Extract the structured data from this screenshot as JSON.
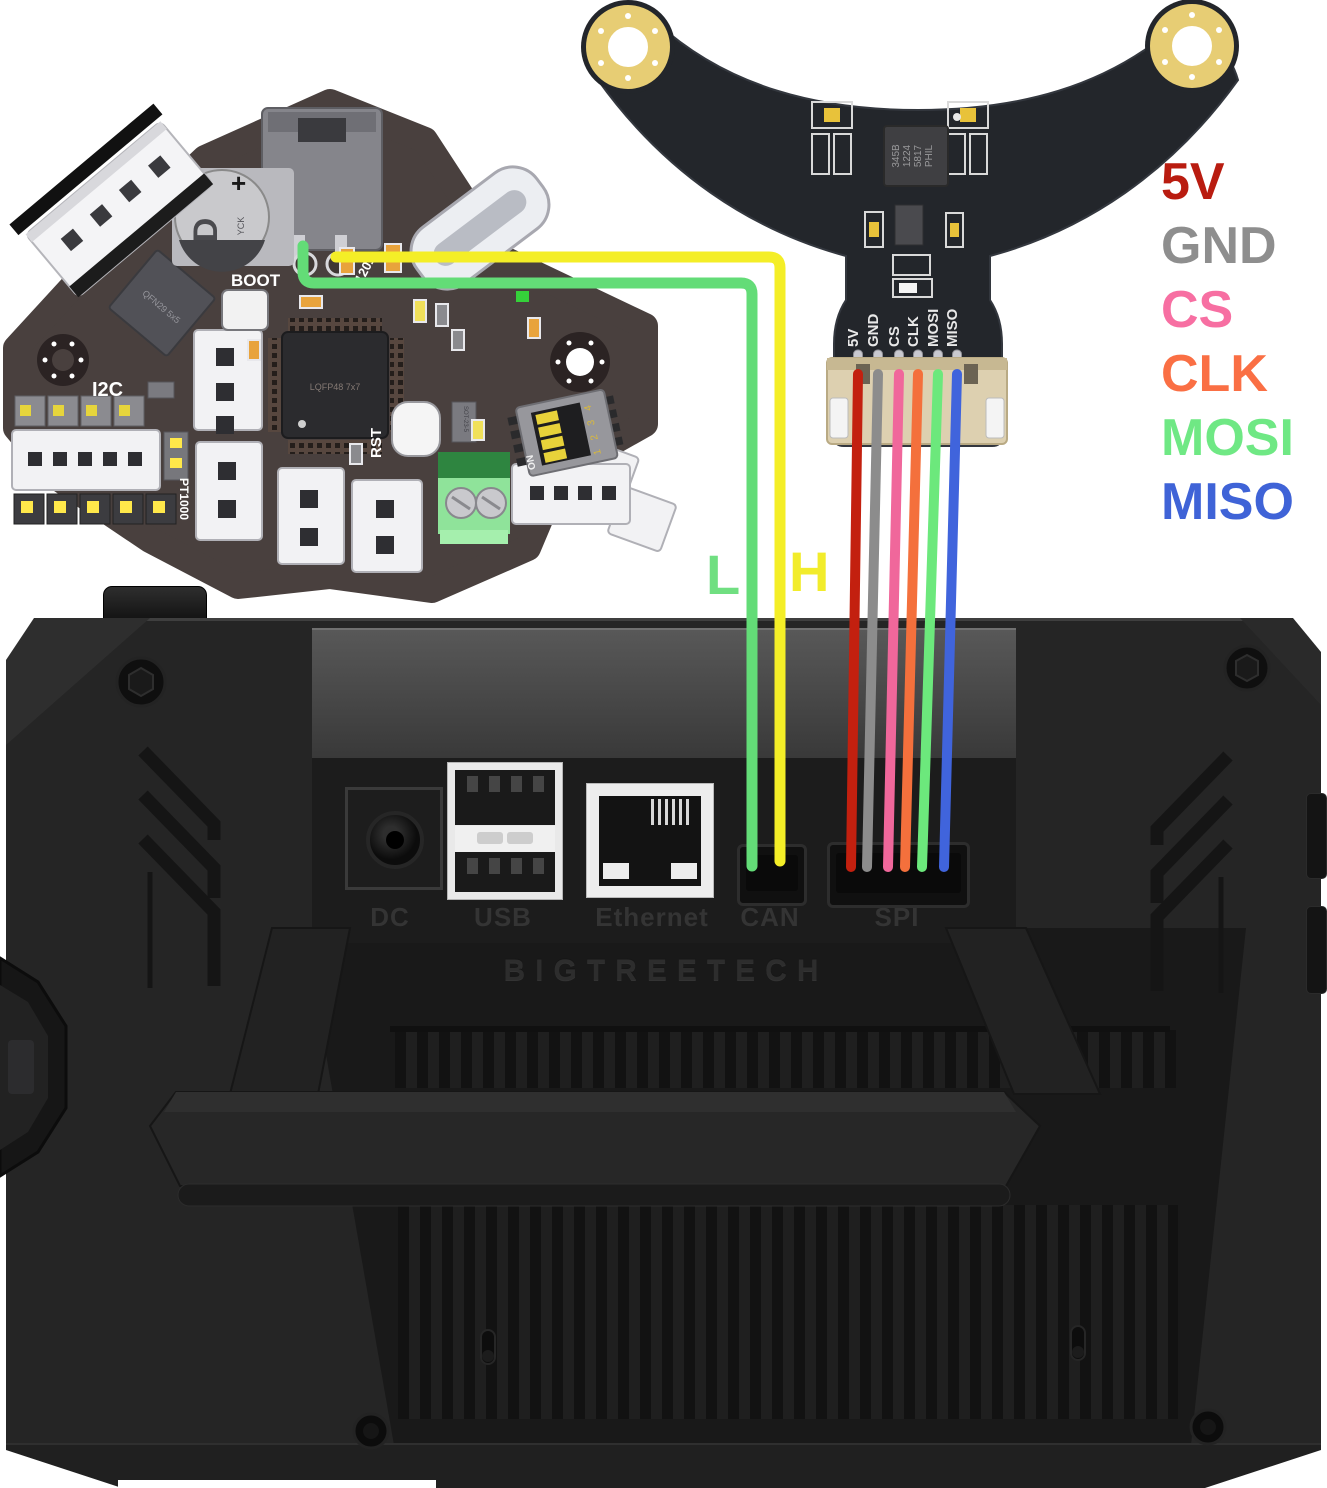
{
  "legend": {
    "items": [
      {
        "label": "5V",
        "color": "#b91c10"
      },
      {
        "label": "GND",
        "color": "#8e8e8e"
      },
      {
        "label": "CS",
        "color": "#f76fa2"
      },
      {
        "label": "CLK",
        "color": "#fa6f44"
      },
      {
        "label": "MOSI",
        "color": "#6fe884"
      },
      {
        "label": "MISO",
        "color": "#3f63d7"
      }
    ]
  },
  "wire_labels": {
    "can_low": {
      "label": "L",
      "color": "#70df81"
    },
    "can_high": {
      "label": "H",
      "color": "#f2ec2b"
    }
  },
  "can_wires": {
    "low_color": "#63dc77",
    "high_color": "#f4ee27"
  },
  "toolhead_board": {
    "silk": {
      "boot": "BOOT",
      "rst": "RST",
      "i2c": "I2C",
      "pt1000": "PT1000",
      "term_res": "120Ω",
      "dip_on": "ON",
      "dip_numbers": [
        "1",
        "2",
        "3",
        "4"
      ],
      "mcu": "LQFP48 7x7",
      "qfn": "QFN29 5x5",
      "sot": "SOT-23-5"
    },
    "cap": {
      "mark": "D",
      "code": "YCK",
      "polarity": "+"
    }
  },
  "accel_board": {
    "pins": [
      {
        "label": "5V",
        "wire_color": "#c3200f"
      },
      {
        "label": "GND",
        "wire_color": "#8c8c8c"
      },
      {
        "label": "CS",
        "wire_color": "#f0679b"
      },
      {
        "label": "CLK",
        "wire_color": "#f4703c"
      },
      {
        "label": "MOSI",
        "wire_color": "#6ce87c"
      },
      {
        "label": "MISO",
        "wire_color": "#4064dc"
      }
    ],
    "chip_marking": [
      "345B",
      "1224",
      "5817",
      "PHIL"
    ]
  },
  "device": {
    "brand": "BIGTREETECH",
    "ports": [
      {
        "label": "DC"
      },
      {
        "label": "USB"
      },
      {
        "label": "Ethernet"
      },
      {
        "label": "CAN"
      },
      {
        "label": "SPI"
      }
    ]
  }
}
